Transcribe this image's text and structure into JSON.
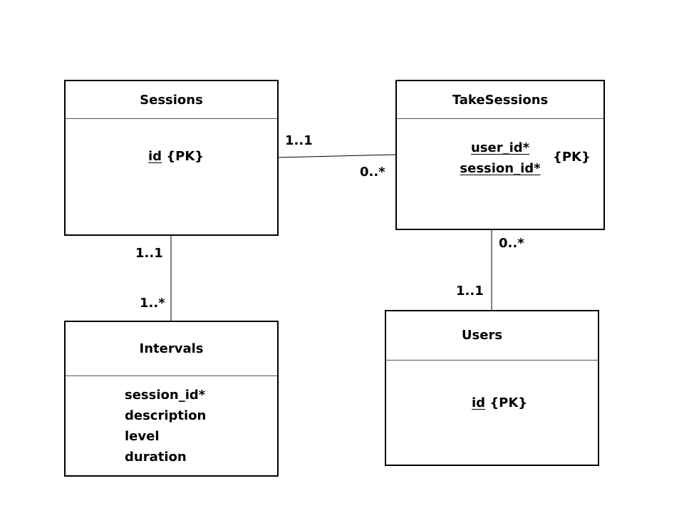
{
  "entities": {
    "sessions": {
      "name": "Sessions",
      "pk_field": "id",
      "pk_tag": "{PK}"
    },
    "take_sessions": {
      "name": "TakeSessions",
      "pk_fields": [
        "user_id*",
        "session_id*"
      ],
      "pk_tag": "{PK}"
    },
    "intervals": {
      "name": "Intervals",
      "attributes": [
        "session_id*",
        "description",
        "level",
        "duration"
      ]
    },
    "users": {
      "name": "Users",
      "pk_field": "id",
      "pk_tag": "{PK}"
    }
  },
  "relationships": {
    "sessions_takesessions": {
      "from_mult": "1..1",
      "to_mult": "0..*"
    },
    "sessions_intervals": {
      "from_mult": "1..1",
      "to_mult": "1..*"
    },
    "takesessions_users": {
      "from_mult": "0..*",
      "to_mult": "1..1"
    }
  }
}
